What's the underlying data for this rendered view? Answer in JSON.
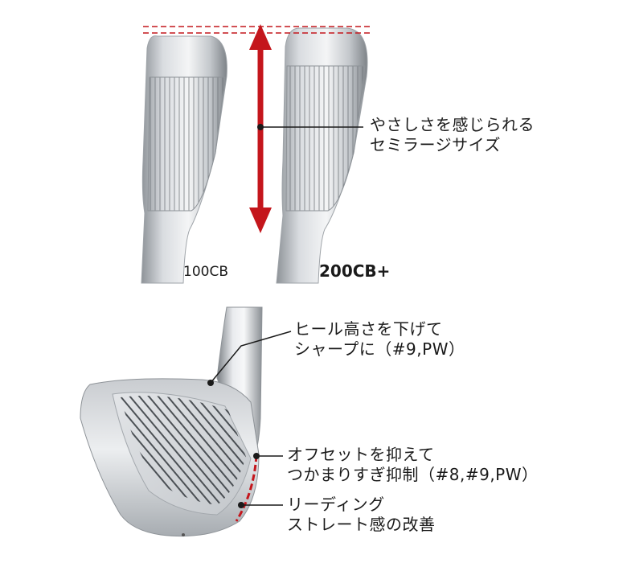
{
  "top": {
    "size_callout": {
      "line1": "やさしさを感じられる",
      "line2": "セミラージサイズ"
    },
    "model_left": "100CB",
    "model_right": "200CB+"
  },
  "bottom": {
    "heel_callout": {
      "line1": "ヒール高さを下げて",
      "line2": "シャープに（#9,PW）"
    },
    "offset_callout": {
      "line1": "オフセットを抑えて",
      "line2": "つかまりすぎ抑制（#8,#9,PW）"
    },
    "leading_callout": {
      "line1": "リーディング",
      "line2": "ストレート感の改善"
    }
  },
  "colors": {
    "accent_red": "#c4161c",
    "text": "#1a1a1a",
    "steel": "#b9bdc2"
  },
  "icons": [
    "dashed-guide-line",
    "double-arrow-icon",
    "leader-dot"
  ]
}
